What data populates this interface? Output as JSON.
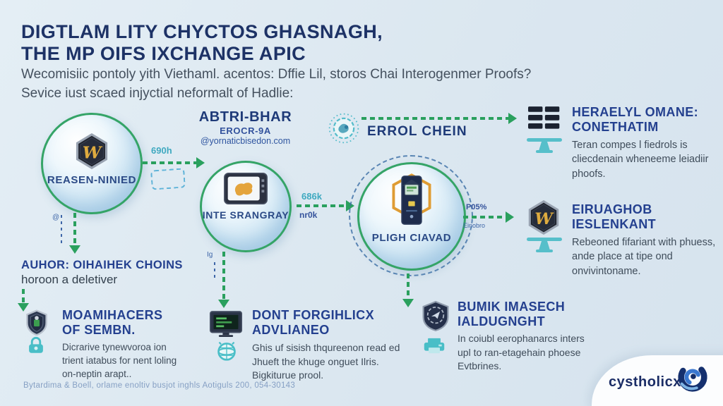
{
  "title": {
    "line1": "DIGTLAM LITY CHYCTOS GHASNAGH,",
    "line2": "THE MP OIFS IXCHANGE APIC"
  },
  "subtitle": {
    "line1": "Wecomisiic pontoly yith Viethaml. acentos:  Dffie Lil, storos Chai Interogenmer Proofs?",
    "line2": "Sevice  iust scaed injyctial neformalt of Hadlie:"
  },
  "flow": {
    "node1": {
      "label": "REASEN-NINIED",
      "icon": "hexagon-badge-icon"
    },
    "arrow1": {
      "label": "690h"
    },
    "node2": {
      "heading": "ABTRI-BHAR",
      "subheading": "EROCR-9A",
      "handle": "@yornaticbisedon.com",
      "label": "INTE SRANGRAY",
      "icon": "tablet-map-icon"
    },
    "arrow2": {
      "label_top": "686k",
      "label_bottom": "nr0k"
    },
    "gear_label": "ERROL CHEIN",
    "node3": {
      "label": "PLIGH CIAVAD",
      "icon": "kiosk-device-icon"
    },
    "arrow3": {
      "label_top": "P05%",
      "label_bottom": "Einobro"
    },
    "micro_left": "@",
    "micro_mid": "Ig"
  },
  "right_panel": {
    "blocks": [
      {
        "title_line1": "HERAELYL OMANE:",
        "title_line2": "CONETHATIM",
        "body": "Teran compes l fiedrols is cliecdenain wheneeme leiadiir phoofs.",
        "icon": "list-bars-icon"
      },
      {
        "title_line1": "EIRUAGHOB",
        "title_line2": "IESLENKANT",
        "body": "Rebeoned fifariant with phuess, ande place at tipe ond onvivintoname.",
        "icon": "hexagon-badge-icon"
      }
    ]
  },
  "author": {
    "title": "AUHOR: OIHAIHEK CHOINS",
    "subtitle": "horoon a deletiver"
  },
  "bottom_panel": {
    "blocks": [
      {
        "title_line1": "MOAMIHACERS",
        "title_line2": "OF SEMBN.",
        "body": "Dicrarive tynewvoroa ion trient iatabus for nent loling on-neptin arapt..",
        "icon": "shield-lock-icon"
      },
      {
        "title_line1": "DONT FORGIHLICX",
        "title_line2": "ADVLIANEO",
        "body": "Ghis uf sisish thqureenon read ed Jhueft the khuge onguet Ilris. Bigkiturue prool.",
        "icon": "monitor-globe-icon"
      },
      {
        "title_line1": "BUMIK IMASECH",
        "title_line2": "IALDUGNGHT",
        "body": "In coiubl eerophanarcs inters upl to ran-etagehain phoese Evtbrines.",
        "icon": "shield-printer-icon"
      }
    ]
  },
  "footer": {
    "text": "Bytardima & Boell, orlame enoltiv busjot inghls Aotiguls 200, 054-30143"
  },
  "brand": {
    "name": "cystholicx",
    "icon": "swirl-logo-icon"
  },
  "colors": {
    "background": "#dde8f0",
    "title": "#1d3266",
    "heading": "#24408f",
    "body_text": "#3f4c5a",
    "green": "#2aa05e",
    "teal": "#49bec7",
    "teal_text": "#3fa9c0",
    "blue_dash": "#3b6ea6",
    "navy_icon": "#232a36",
    "gold": "#deab3f",
    "orange": "#e4a43c",
    "corner": "#ffffff"
  }
}
